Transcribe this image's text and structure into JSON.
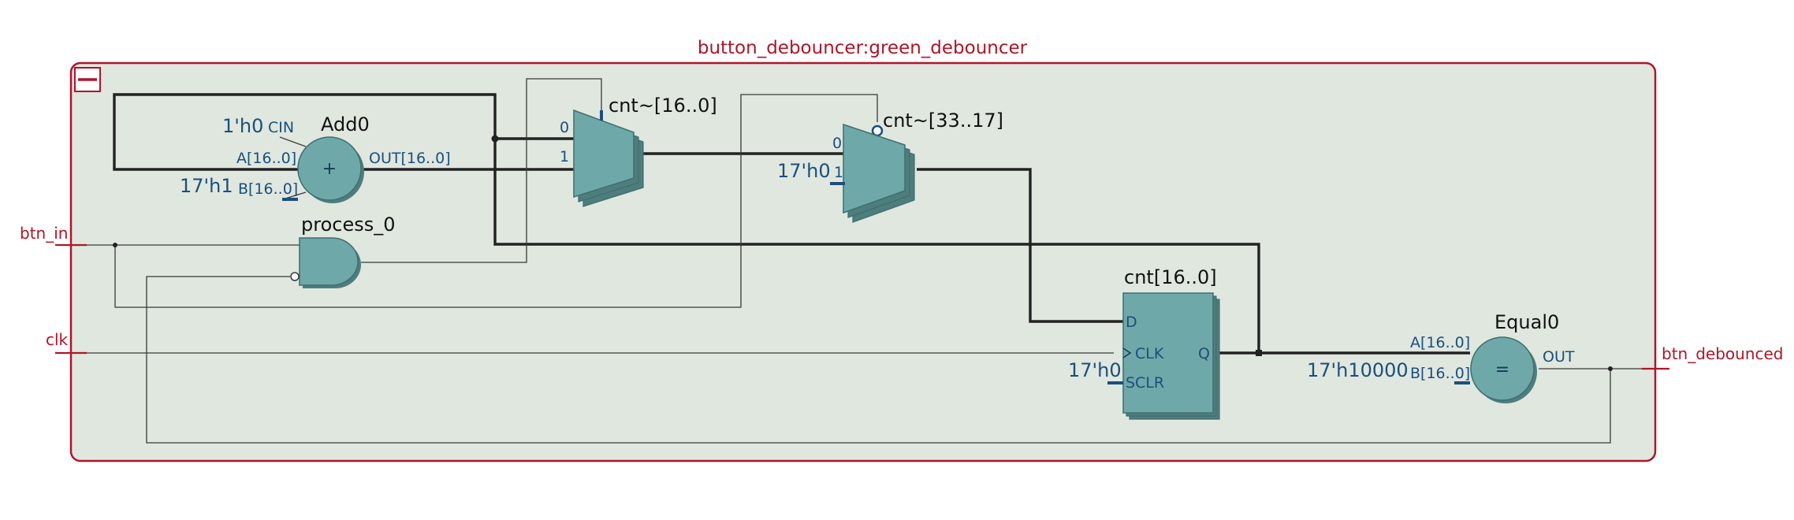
{
  "module": {
    "title": "button_debouncer:green_debouncer",
    "colors": {
      "frame": "#b01528",
      "fill": "#dfe7df",
      "block": "#6fa8a8",
      "pin_text": "#1c4f7c",
      "wire": "#222222"
    }
  },
  "ports": {
    "btn_in": "btn_in",
    "clk": "clk",
    "btn_debounced": "btn_debounced"
  },
  "adder": {
    "name": "Add0",
    "symbol": "+",
    "pins": {
      "cin": "CIN",
      "a": "A[16..0]",
      "b": "B[16..0]",
      "out": "OUT[16..0]"
    },
    "const_cin": "1'h0",
    "const_b": "17'h1"
  },
  "and_gate": {
    "name": "process_0"
  },
  "mux1": {
    "name": "cnt~[16..0]",
    "pin0": "0",
    "pin1": "1"
  },
  "mux2": {
    "name": "cnt~[33..17]",
    "pin0": "0",
    "pin1": "1",
    "const_1": "17'h0"
  },
  "register": {
    "name": "cnt[16..0]",
    "pins": {
      "d": "D",
      "clk": "CLK",
      "sclr": "SCLR",
      "q": "Q"
    },
    "const_sclr": "17'h0"
  },
  "comparator": {
    "name": "Equal0",
    "symbol": "=",
    "pins": {
      "a": "A[16..0]",
      "b": "B[16..0]",
      "out": "OUT"
    },
    "const_b": "17'h10000"
  },
  "icons": {
    "collapse": "minus-icon"
  }
}
